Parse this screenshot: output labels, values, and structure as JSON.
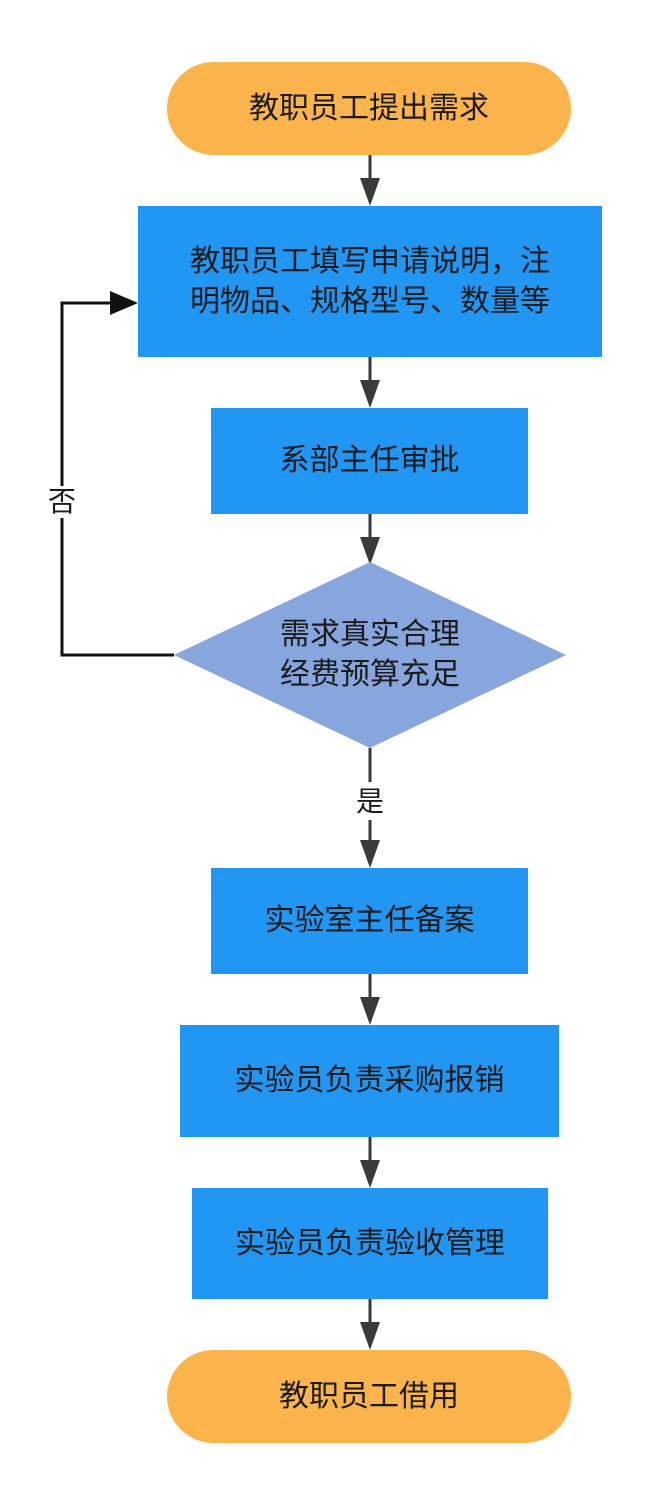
{
  "colors": {
    "terminal": "#fbb44c",
    "process": "#2196f3",
    "decision": "#88a6de",
    "edge": "#3a3a3a",
    "loop": "#111111"
  },
  "nodes": {
    "start": "教职员工提出需求",
    "fill_request": "教职员工填写申请说明，注明物品、规格型号、数量等",
    "dept_approval": "系部主任审批",
    "decision": [
      "需求真实合理",
      "经费预算充足"
    ],
    "lab_director_record": "实验室主任备案",
    "purchase": "实验员负责采购报销",
    "acceptance": "实验员负责验收管理",
    "end": "教职员工借用"
  },
  "edge_labels": {
    "no": "否",
    "yes": "是"
  }
}
